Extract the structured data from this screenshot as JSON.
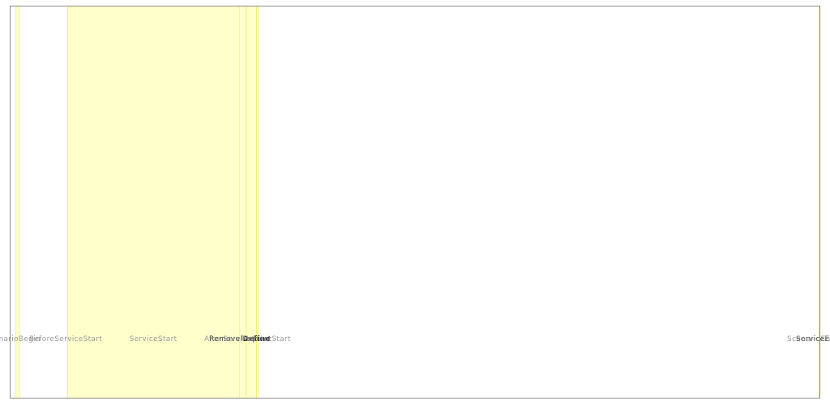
{
  "timeline": {
    "labels": {
      "scenario_begin": "ScenarioBegin",
      "before_service_start": "BeforeServiceStart",
      "service_start": "ServiceStart",
      "after_service_start": "AfterServiceStart",
      "remove_request": "RemoveRequest",
      "define": "Define",
      "monitor_start": "MonitorStart",
      "scenario_end": "ScenarioEnd",
      "service_end": "ServiceEnd"
    },
    "colors": {
      "band_fill": "#ffffcc",
      "band_edge": "#f0f07a",
      "frame_border": "#8a8a8a",
      "label_gray": "#9a9a9a",
      "label_bold": "#2a2a2a"
    }
  }
}
